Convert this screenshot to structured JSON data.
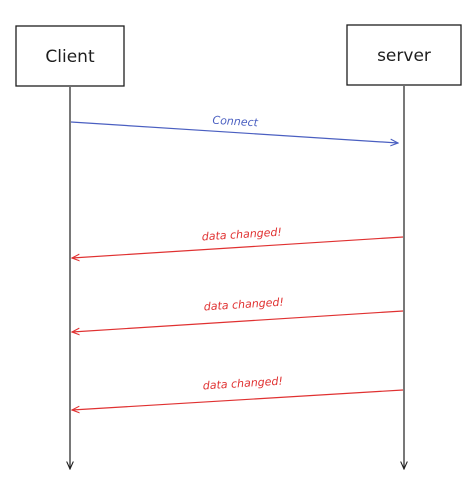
{
  "actors": {
    "client": {
      "label": "Client"
    },
    "server": {
      "label": "server"
    }
  },
  "messages": [
    {
      "label": "Connect",
      "from": "client",
      "to": "server",
      "color": "#4a5fc1"
    },
    {
      "label": "data changed!",
      "from": "server",
      "to": "client",
      "color": "#e03131"
    },
    {
      "label": "data changed!",
      "from": "server",
      "to": "client",
      "color": "#e03131"
    },
    {
      "label": "data changed!",
      "from": "server",
      "to": "client",
      "color": "#e03131"
    }
  ],
  "colors": {
    "stroke": "#1e1e1e",
    "request": "#4a5fc1",
    "event": "#e03131"
  }
}
